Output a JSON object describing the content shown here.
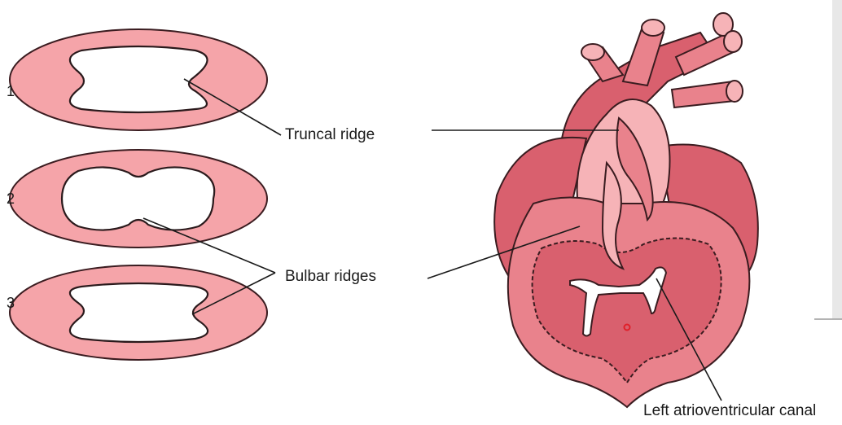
{
  "figure": {
    "stage_numbers": [
      "1",
      "2",
      "3"
    ],
    "labels": {
      "truncal_ridge": "Truncal ridge",
      "bulbar_ridges": "Bulbar ridges",
      "left_av_canal": "Left atrioventricular canal"
    }
  },
  "colors": {
    "ring_pink": "#f5a4a9",
    "heart_dark": "#d9606e",
    "heart_mid": "#e9828c",
    "heart_light": "#f6b3b7",
    "outline": "#3a1c20",
    "marker_red": "#e0202a"
  }
}
